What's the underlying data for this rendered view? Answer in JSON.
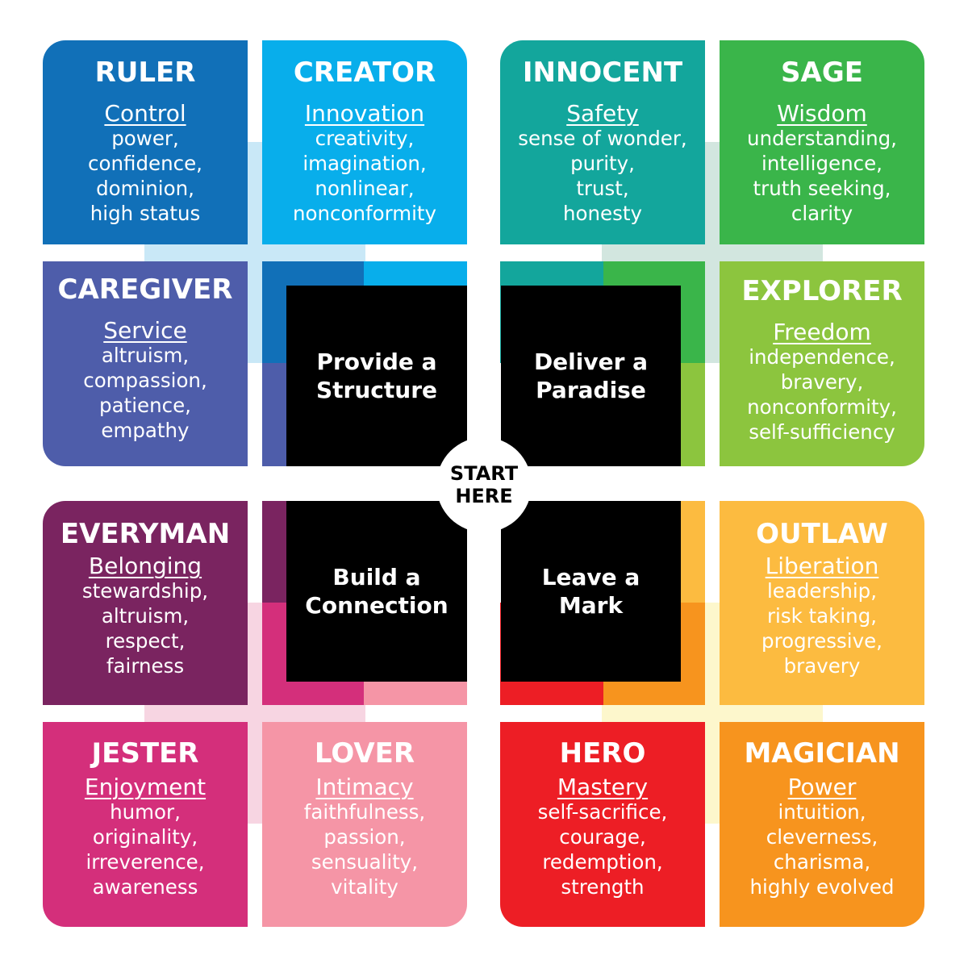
{
  "center_label": [
    "START",
    "HERE"
  ],
  "quadrants": [
    {
      "id": "top-left",
      "goal": [
        "Provide a",
        "Structure"
      ],
      "accent_color": "#c9e8f7",
      "archetypes": [
        {
          "name": "RULER",
          "motive": "Control",
          "traits": [
            "power,",
            "confidence,",
            "dominion,",
            "high status"
          ],
          "color": "#1170b8"
        },
        {
          "name": "CREATOR",
          "motive": "Innovation",
          "traits": [
            "creativity,",
            "imagination,",
            "nonlinear,",
            "nonconformity"
          ],
          "color": "#08aeeb"
        },
        {
          "name": "CAREGIVER",
          "motive": "Service",
          "traits": [
            "altruism,",
            "compassion,",
            "patience,",
            "empathy"
          ],
          "color": "#4e5daa"
        }
      ]
    },
    {
      "id": "top-right",
      "goal": [
        "Deliver a",
        "Paradise"
      ],
      "accent_color": "#d2e6df",
      "archetypes": [
        {
          "name": "INNOCENT",
          "motive": "Safety",
          "traits": [
            "sense of wonder,",
            "purity,",
            "trust,",
            "honesty"
          ],
          "color": "#13a69c"
        },
        {
          "name": "SAGE",
          "motive": "Wisdom",
          "traits": [
            "understanding,",
            "intelligence,",
            "truth seeking,",
            "clarity"
          ],
          "color": "#3ab54a"
        },
        {
          "name": "EXPLORER",
          "motive": "Freedom",
          "traits": [
            "independence,",
            "bravery,",
            "nonconformity,",
            "self-sufficiency"
          ],
          "color": "#8cc53e"
        }
      ]
    },
    {
      "id": "bottom-left",
      "goal": [
        "Build a",
        "Connection"
      ],
      "accent_color": "#f7d5e2",
      "archetypes": [
        {
          "name": "EVERYMAN",
          "motive": "Belonging",
          "traits": [
            "stewardship,",
            "altruism,",
            "respect,",
            "fairness"
          ],
          "color": "#7a2460"
        },
        {
          "name": "JESTER",
          "motive": "Enjoyment",
          "traits": [
            "humor,",
            "originality,",
            "irreverence,",
            "awareness"
          ],
          "color": "#d42f7b"
        },
        {
          "name": "LOVER",
          "motive": "Intimacy",
          "traits": [
            "faithfulness,",
            "passion,",
            "sensuality,",
            "vitality"
          ],
          "color": "#f595a6"
        }
      ]
    },
    {
      "id": "bottom-right",
      "goal": [
        "Leave a",
        "Mark"
      ],
      "accent_color": "#fdf7cc",
      "archetypes": [
        {
          "name": "OUTLAW",
          "motive": "Liberation",
          "traits": [
            "leadership,",
            "risk taking,",
            "progressive,",
            "bravery"
          ],
          "color": "#fcbb40"
        },
        {
          "name": "HERO",
          "motive": "Mastery",
          "traits": [
            "self-sacrifice,",
            "courage,",
            "redemption,",
            "strength"
          ],
          "color": "#ed1e25"
        },
        {
          "name": "MAGICIAN",
          "motive": "Power",
          "traits": [
            "intuition,",
            "cleverness,",
            "charisma,",
            "highly evolved"
          ],
          "color": "#f7941e"
        }
      ]
    }
  ]
}
